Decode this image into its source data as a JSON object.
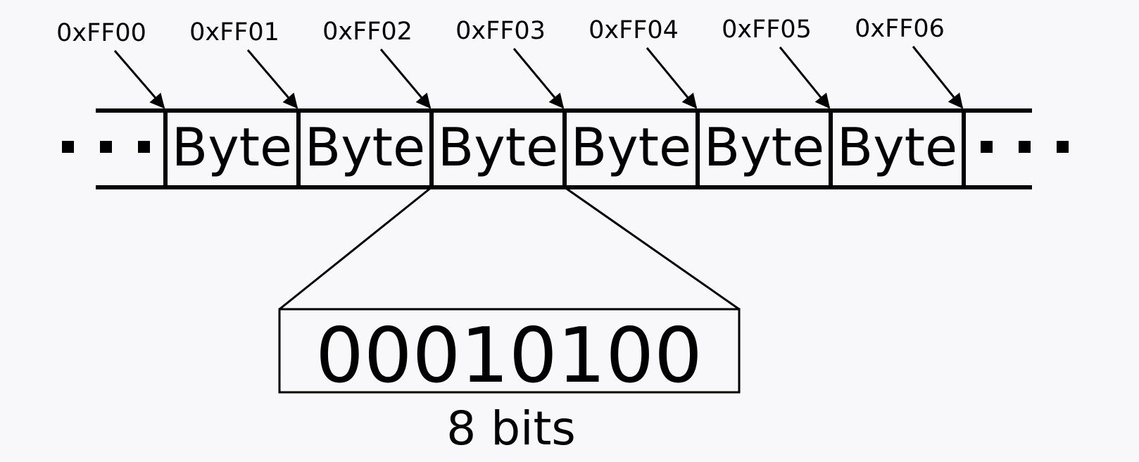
{
  "addresses": [
    "0xFF00",
    "0xFF01",
    "0xFF02",
    "0xFF03",
    "0xFF04",
    "0xFF05",
    "0xFF06"
  ],
  "cells": [
    "Byte",
    "Byte",
    "Byte",
    "Byte",
    "Byte",
    "Byte"
  ],
  "zoomed_cell_index": 2,
  "bit_pattern": "00010100",
  "bit_caption": "8 bits",
  "colors": {
    "background": "#f8f8fa",
    "ink": "#000000"
  }
}
